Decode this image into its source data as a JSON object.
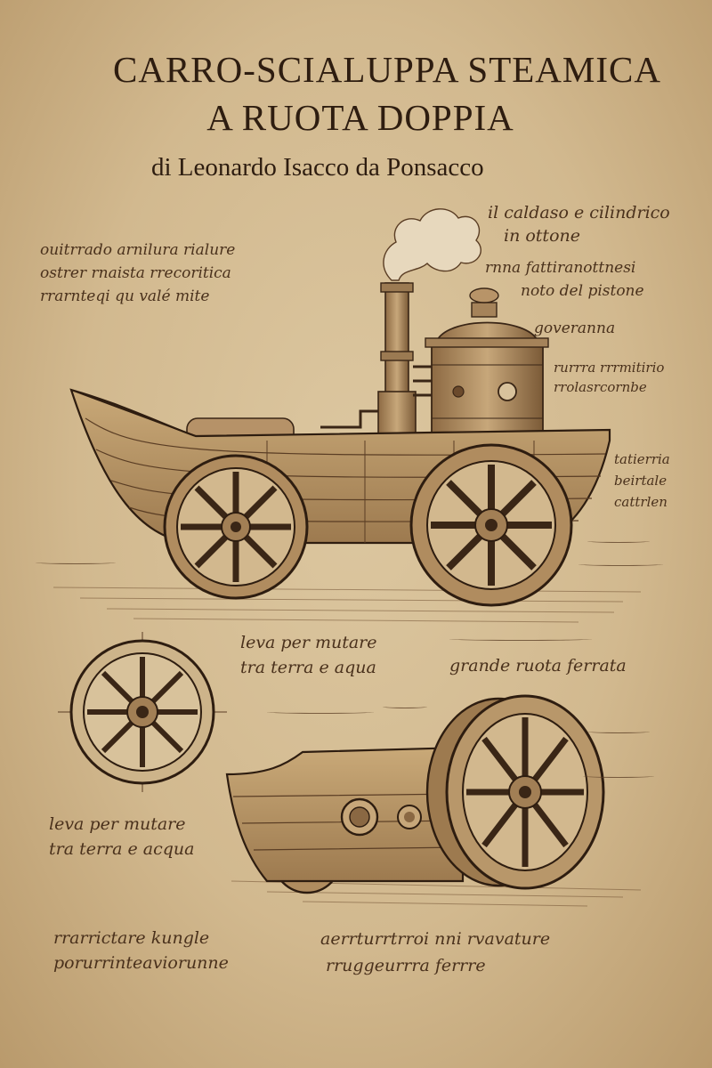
{
  "title": {
    "line1": "CARRO-SCIALUPPA STEAMICA",
    "line2": "A RUOTA DOPPIA",
    "author": "di  Leonardo Isacco da Ponsacco"
  },
  "notes": {
    "boiler": [
      "il caldaso e cilindrico",
      "in ottone"
    ],
    "piston": [
      "rnna fattiranottnesi",
      "noto del pistone"
    ],
    "gear": "goveranna",
    "left_top": [
      "ouitrrado arnilura rialure",
      "ostrer rnaista rrecoritica",
      "rrarnteqi qu valé mite"
    ],
    "right_mid": [
      "rurrra rrrmitirio",
      "rrolasrcornbe"
    ],
    "right_side": [
      "tatierria",
      "beirtale",
      "cattrlen"
    ],
    "lever_center": [
      "leva per mutare",
      "tra terra e aqua"
    ],
    "large_wheel": [
      "grande ruota ferrata"
    ],
    "lever_left": [
      "leva per mutare",
      "tra terra e acqua"
    ],
    "bottom_left": [
      "rrarrictare kungle",
      "porurrinteaviorunne"
    ],
    "bottom_right": [
      "aerrturrtrroi nni rvavature",
      "rruggeurrra ferrre"
    ]
  }
}
